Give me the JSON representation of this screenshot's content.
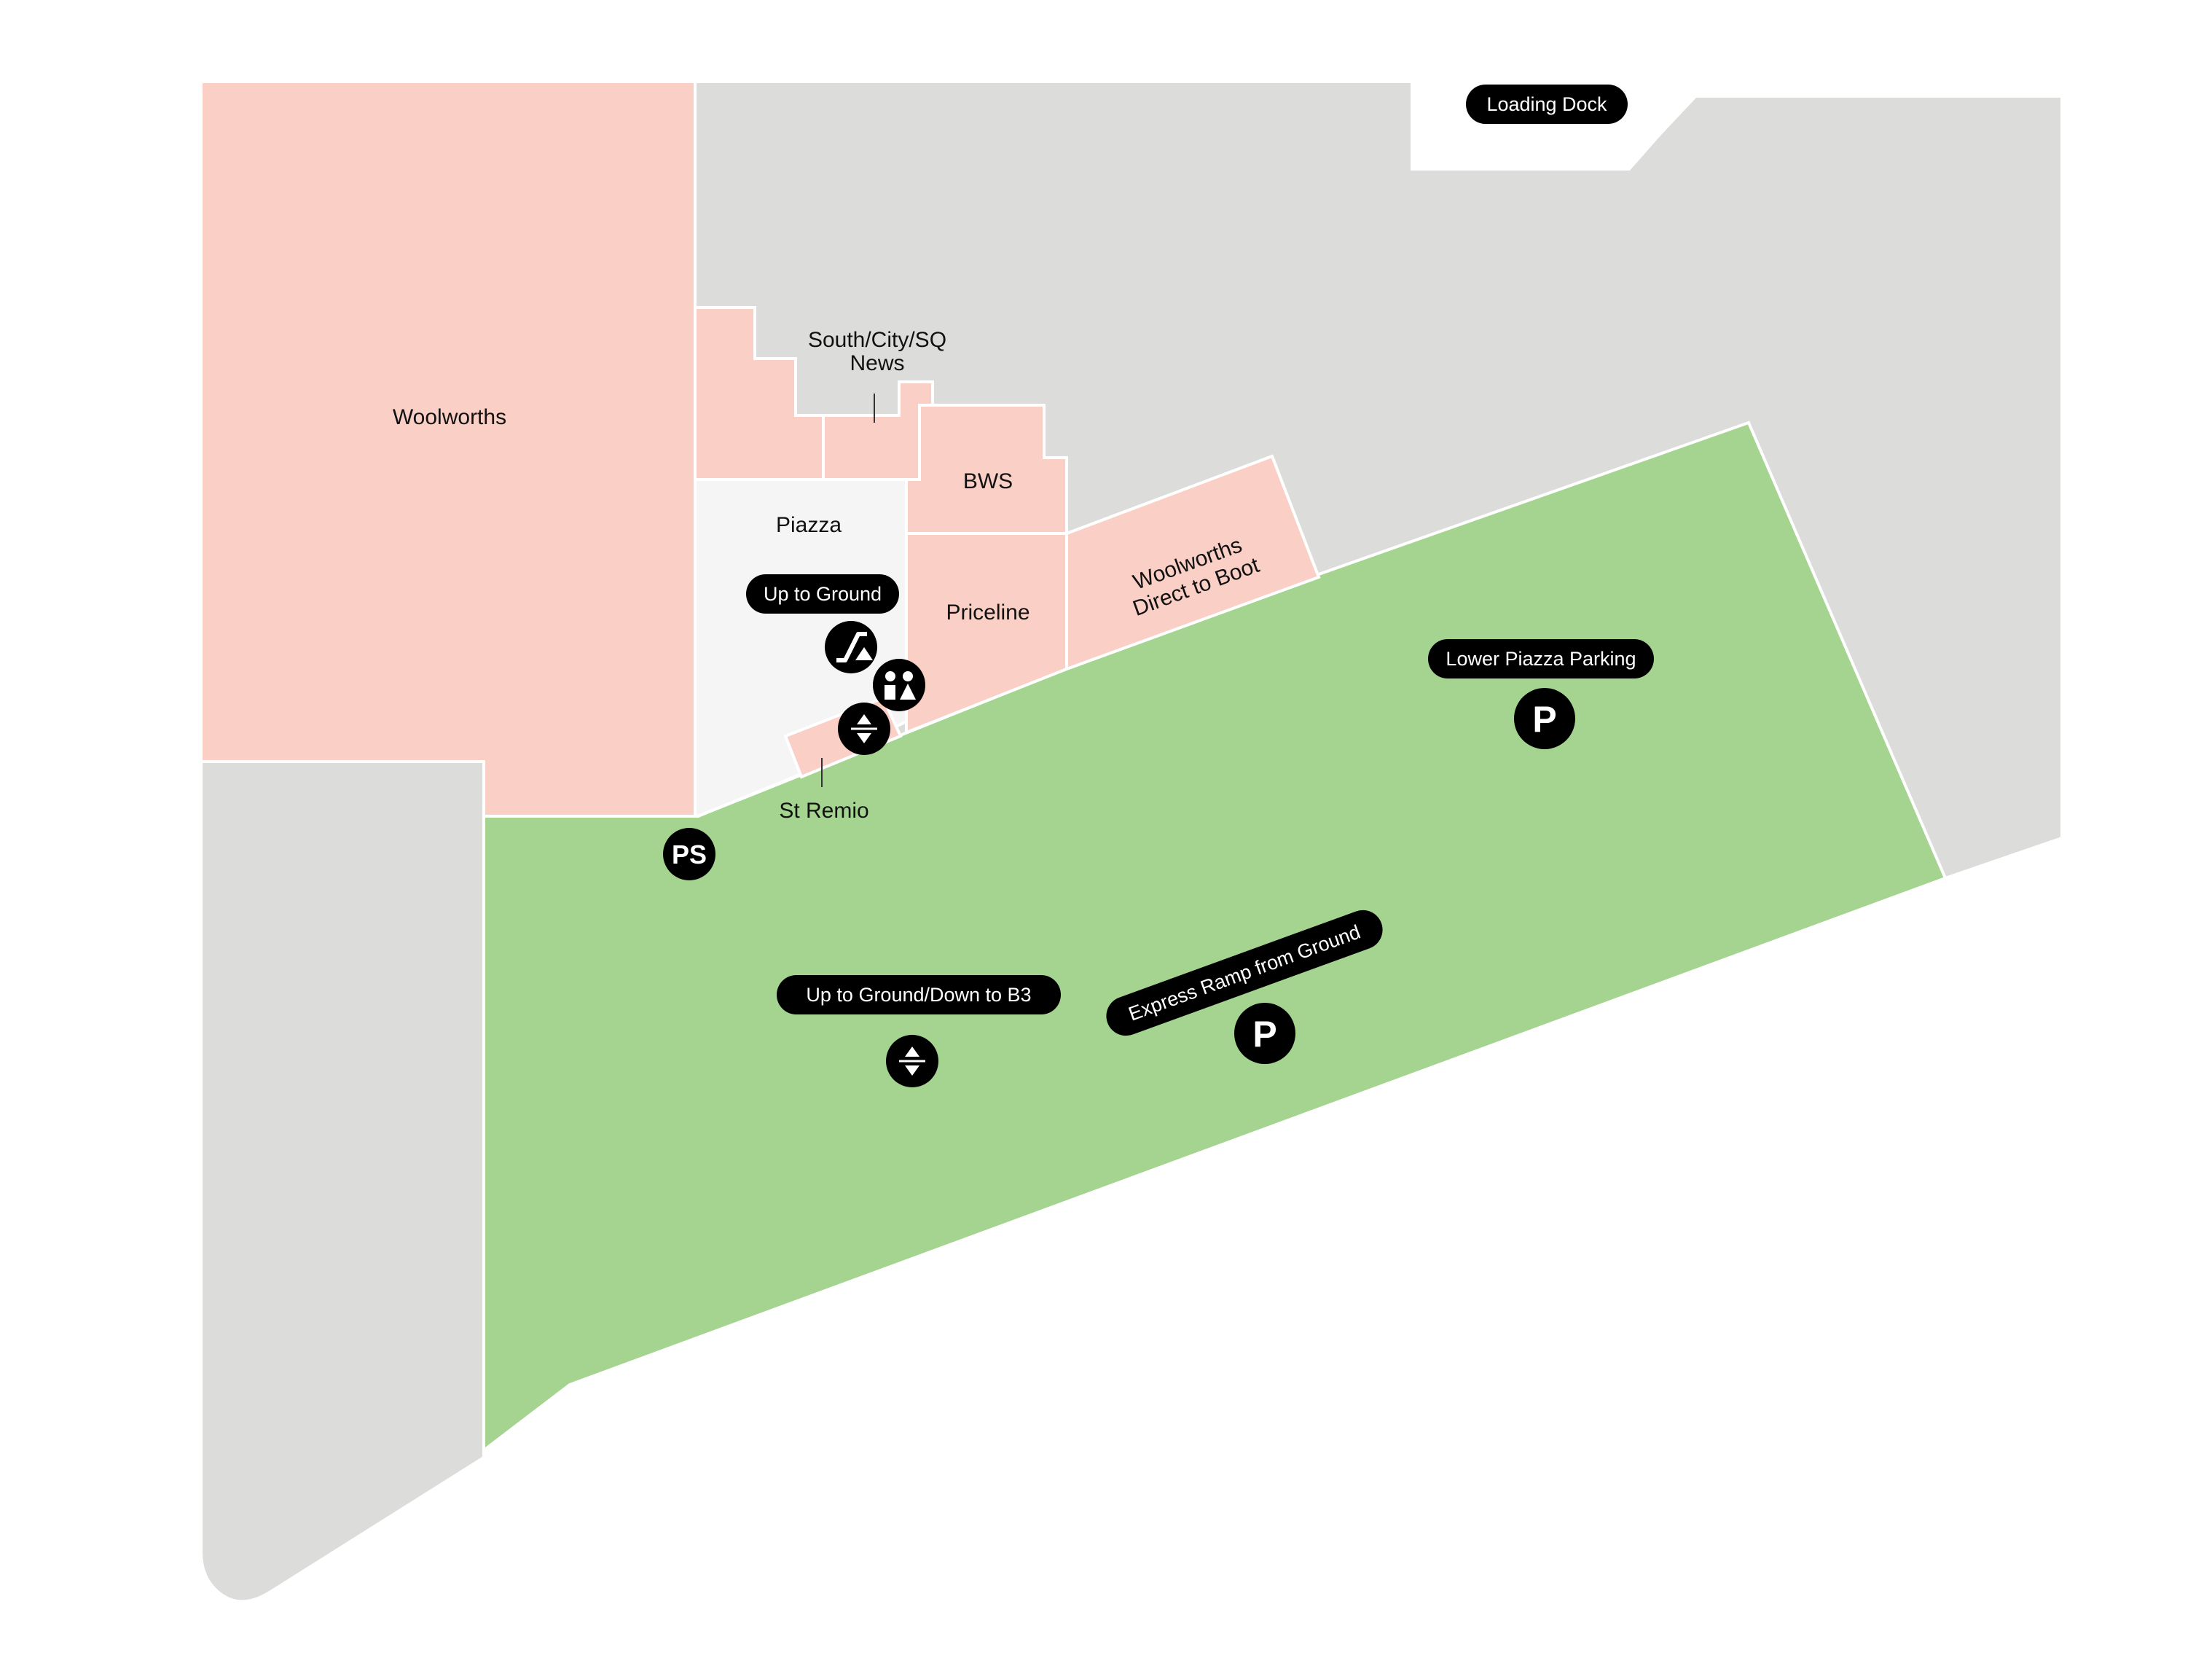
{
  "colors": {
    "background": "#ffffff",
    "building": "#dcdcdb",
    "store": "#facfc5",
    "piazza": "#f4f5f4",
    "parking": "#a5d491",
    "outline": "#ffffff",
    "marker": "#000000",
    "marker_text": "#ffffff"
  },
  "stores": {
    "woolworths": "Woolworths",
    "south_city_sq_news_line1": "South/City/SQ",
    "south_city_sq_news_line2": "News",
    "bws": "BWS",
    "piazza": "Piazza",
    "priceline": "Priceline",
    "woolworths_direct_line1": "Woolworths",
    "woolworths_direct_line2": "Direct to Boot",
    "st_remio": "St Remio"
  },
  "pills": {
    "loading_dock": "Loading Dock",
    "up_to_ground": "Up to Ground",
    "lower_piazza_parking": "Lower Piazza Parking",
    "up_ground_down_b3": "Up to Ground/Down to B3",
    "express_ramp": "Express Ramp from Ground"
  },
  "icons": {
    "escalator": "escalator-icon",
    "toilets": "toilets-icon",
    "lift": "lift-icon",
    "parking_services": "PS",
    "parking": "P"
  }
}
